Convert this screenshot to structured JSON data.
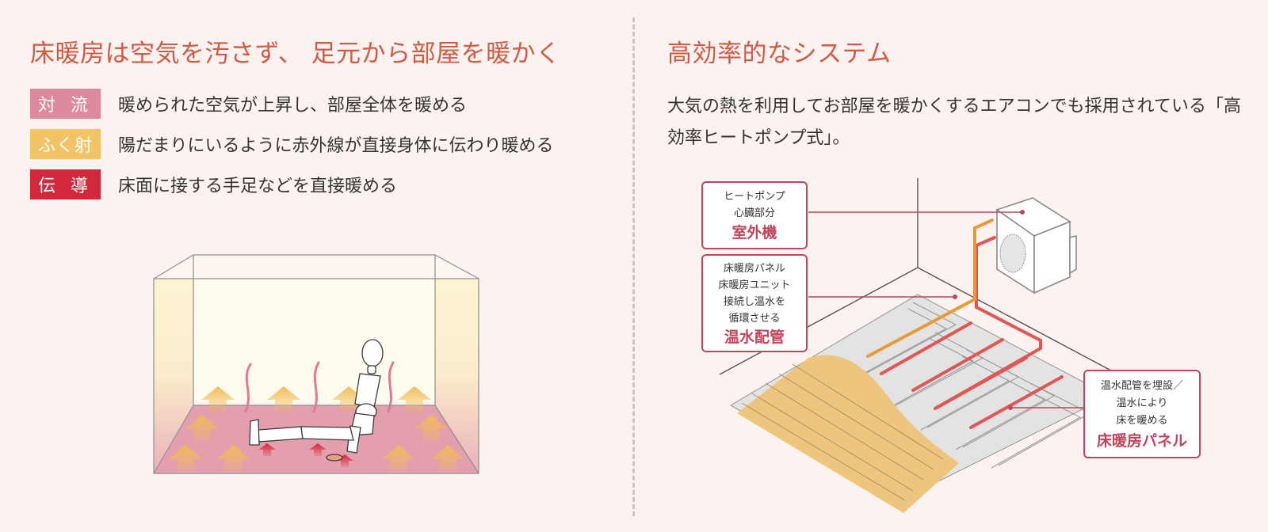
{
  "left": {
    "heading": "床暖房は空気を汚さず、 足元から部屋を暖かく",
    "methods": [
      {
        "badge": "対 流",
        "color": "#de8a9d",
        "text": "暖められた空気が上昇し、部屋全体を暖める"
      },
      {
        "badge": "ふく射",
        "color": "#f2c465",
        "text": "陽だまりにいるように赤外線が直接身体に伝わり暖める"
      },
      {
        "badge": "伝 導",
        "color": "#d3283b",
        "text": "床面に接する手足などを直接暖める"
      }
    ],
    "illustration": "room-heating-illustration"
  },
  "right": {
    "heading": "高効率的なシステム",
    "description": "大気の熱を利用してお部屋を暖かくするエアコンでも採用されている「高効率ヒートポンプ式」。",
    "callouts": [
      {
        "lines": [
          "ヒートポンプ",
          "心臓部分"
        ],
        "title": "室外機"
      },
      {
        "lines": [
          "床暖房パネル",
          "床暖房ユニット",
          "接続し温水を",
          "循環させる"
        ],
        "title": "温水配管"
      },
      {
        "lines": [
          "温水配管を埋設／",
          "温水により",
          "床を暖める"
        ],
        "title": "床暖房パネル"
      }
    ]
  },
  "colors": {
    "background": "#fcf3f1",
    "heading": "#d25a44",
    "callout_border": "#c2445d",
    "callout_title": "#c2445d",
    "pipe_orange": "#ea9a33",
    "pipe_red": "#e25552",
    "floor_wood": "#eec57e",
    "floor_pink": "#e49fae"
  }
}
